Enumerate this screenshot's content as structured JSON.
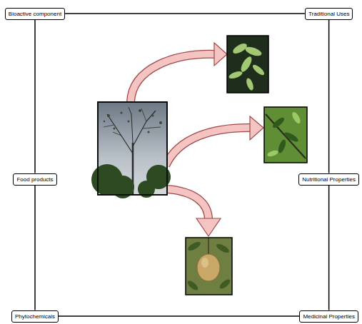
{
  "diagram": {
    "nodes": [
      {
        "text": [
          "Bioactive component"
        ]
      },
      {
        "text": [
          "Traditional Uses"
        ]
      },
      {
        "text": [
          "Food products"
        ]
      },
      {
        "text": [
          "Nutritional Properties"
        ]
      },
      {
        "text": [
          "Phytochemicals"
        ]
      },
      {
        "text": [
          "Medicinal Properties"
        ]
      }
    ],
    "edges": [
      {
        "from": 0,
        "to": 1,
        "arrow": "none"
      },
      {
        "from": 0,
        "to": 2,
        "arrow": "none"
      },
      {
        "from": 2,
        "to": 4,
        "arrow": "none"
      },
      {
        "from": 1,
        "to": 3,
        "arrow": "none"
      },
      {
        "from": 3,
        "to": 5,
        "arrow": "none"
      },
      {
        "from": 4,
        "to": 5,
        "arrow": "none"
      }
    ]
  }
}
